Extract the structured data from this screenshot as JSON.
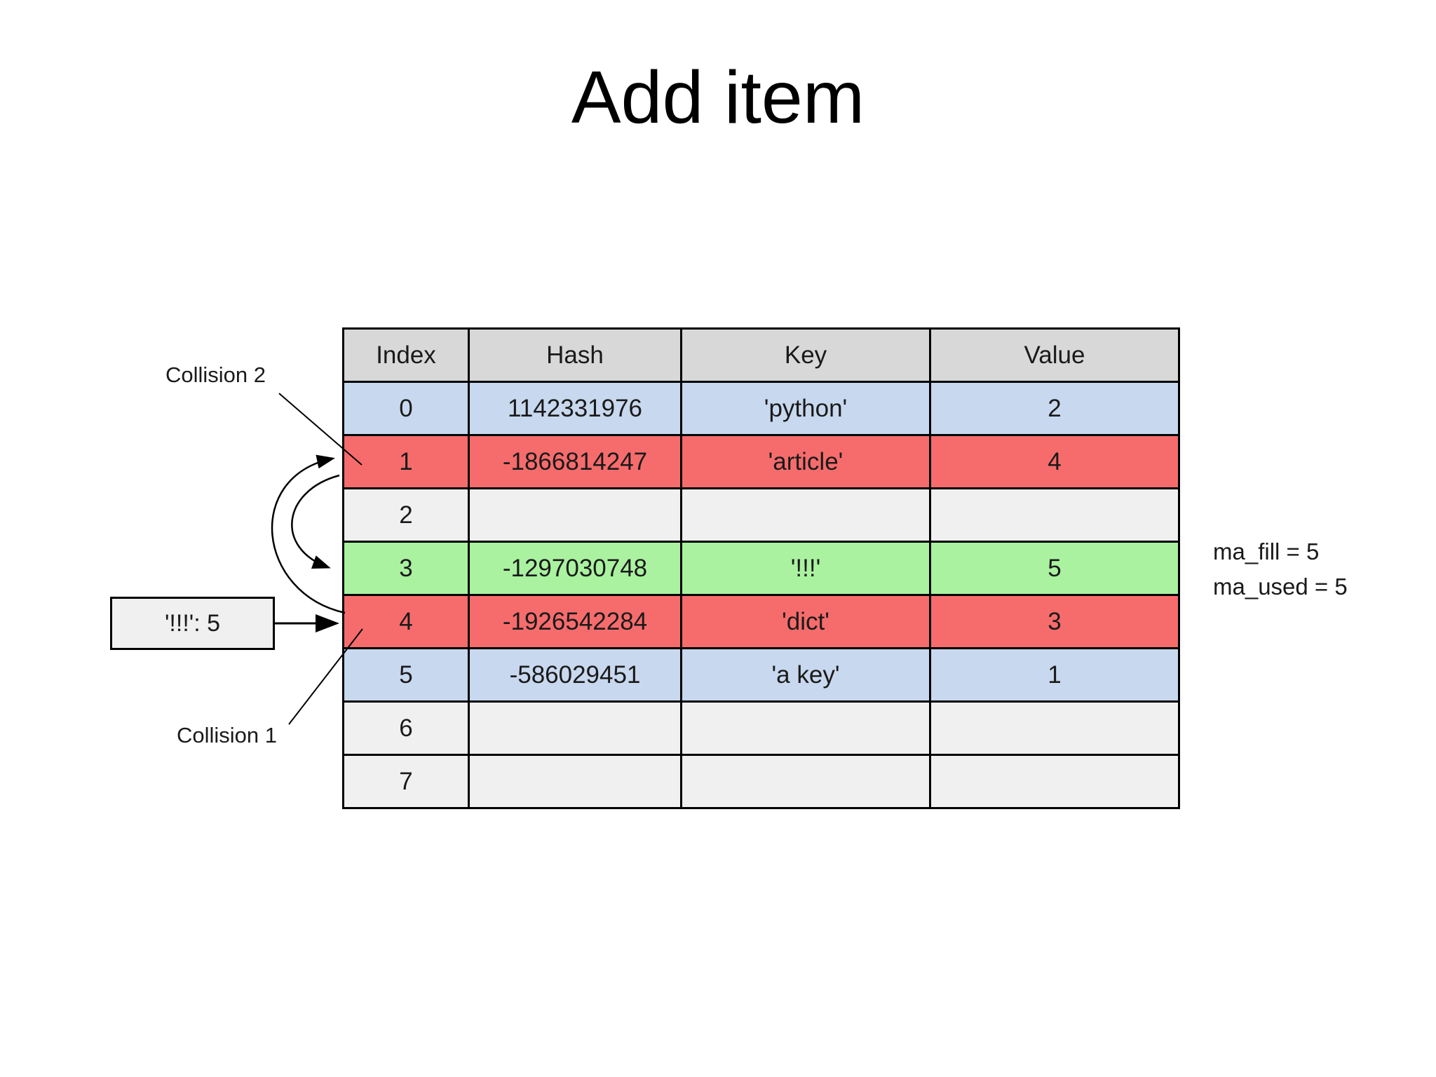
{
  "title": "Add item",
  "table": {
    "headers": [
      "Index",
      "Hash",
      "Key",
      "Value"
    ],
    "rows": [
      {
        "index": "0",
        "hash": "1142331976",
        "key": "'python'",
        "value": "2",
        "state": "blue"
      },
      {
        "index": "1",
        "hash": "-1866814247",
        "key": "'article'",
        "value": "4",
        "state": "red"
      },
      {
        "index": "2",
        "hash": "",
        "key": "",
        "value": "",
        "state": "empty"
      },
      {
        "index": "3",
        "hash": "-1297030748",
        "key": "'!!!'",
        "value": "5",
        "state": "green"
      },
      {
        "index": "4",
        "hash": "-1926542284",
        "key": "'dict'",
        "value": "3",
        "state": "red"
      },
      {
        "index": "5",
        "hash": "-586029451",
        "key": "'a key'",
        "value": "1",
        "state": "blue"
      },
      {
        "index": "6",
        "hash": "",
        "key": "",
        "value": "",
        "state": "empty"
      },
      {
        "index": "7",
        "hash": "",
        "key": "",
        "value": "",
        "state": "empty"
      }
    ]
  },
  "annotations": {
    "collision2": "Collision 2",
    "collision1": "Collision 1",
    "new_item": "'!!!': 5",
    "ma_fill": "ma_fill = 5",
    "ma_used": "ma_used = 5"
  },
  "colors": {
    "header_bg": "#d8d8d8",
    "row_blue": "#c8d8ee",
    "row_red": "#f66c6c",
    "row_green": "#aaf2a0",
    "row_empty": "#f0f0f0",
    "box_bg": "#f0f0f0",
    "border": "#000000",
    "text": "#1a1a1a"
  }
}
